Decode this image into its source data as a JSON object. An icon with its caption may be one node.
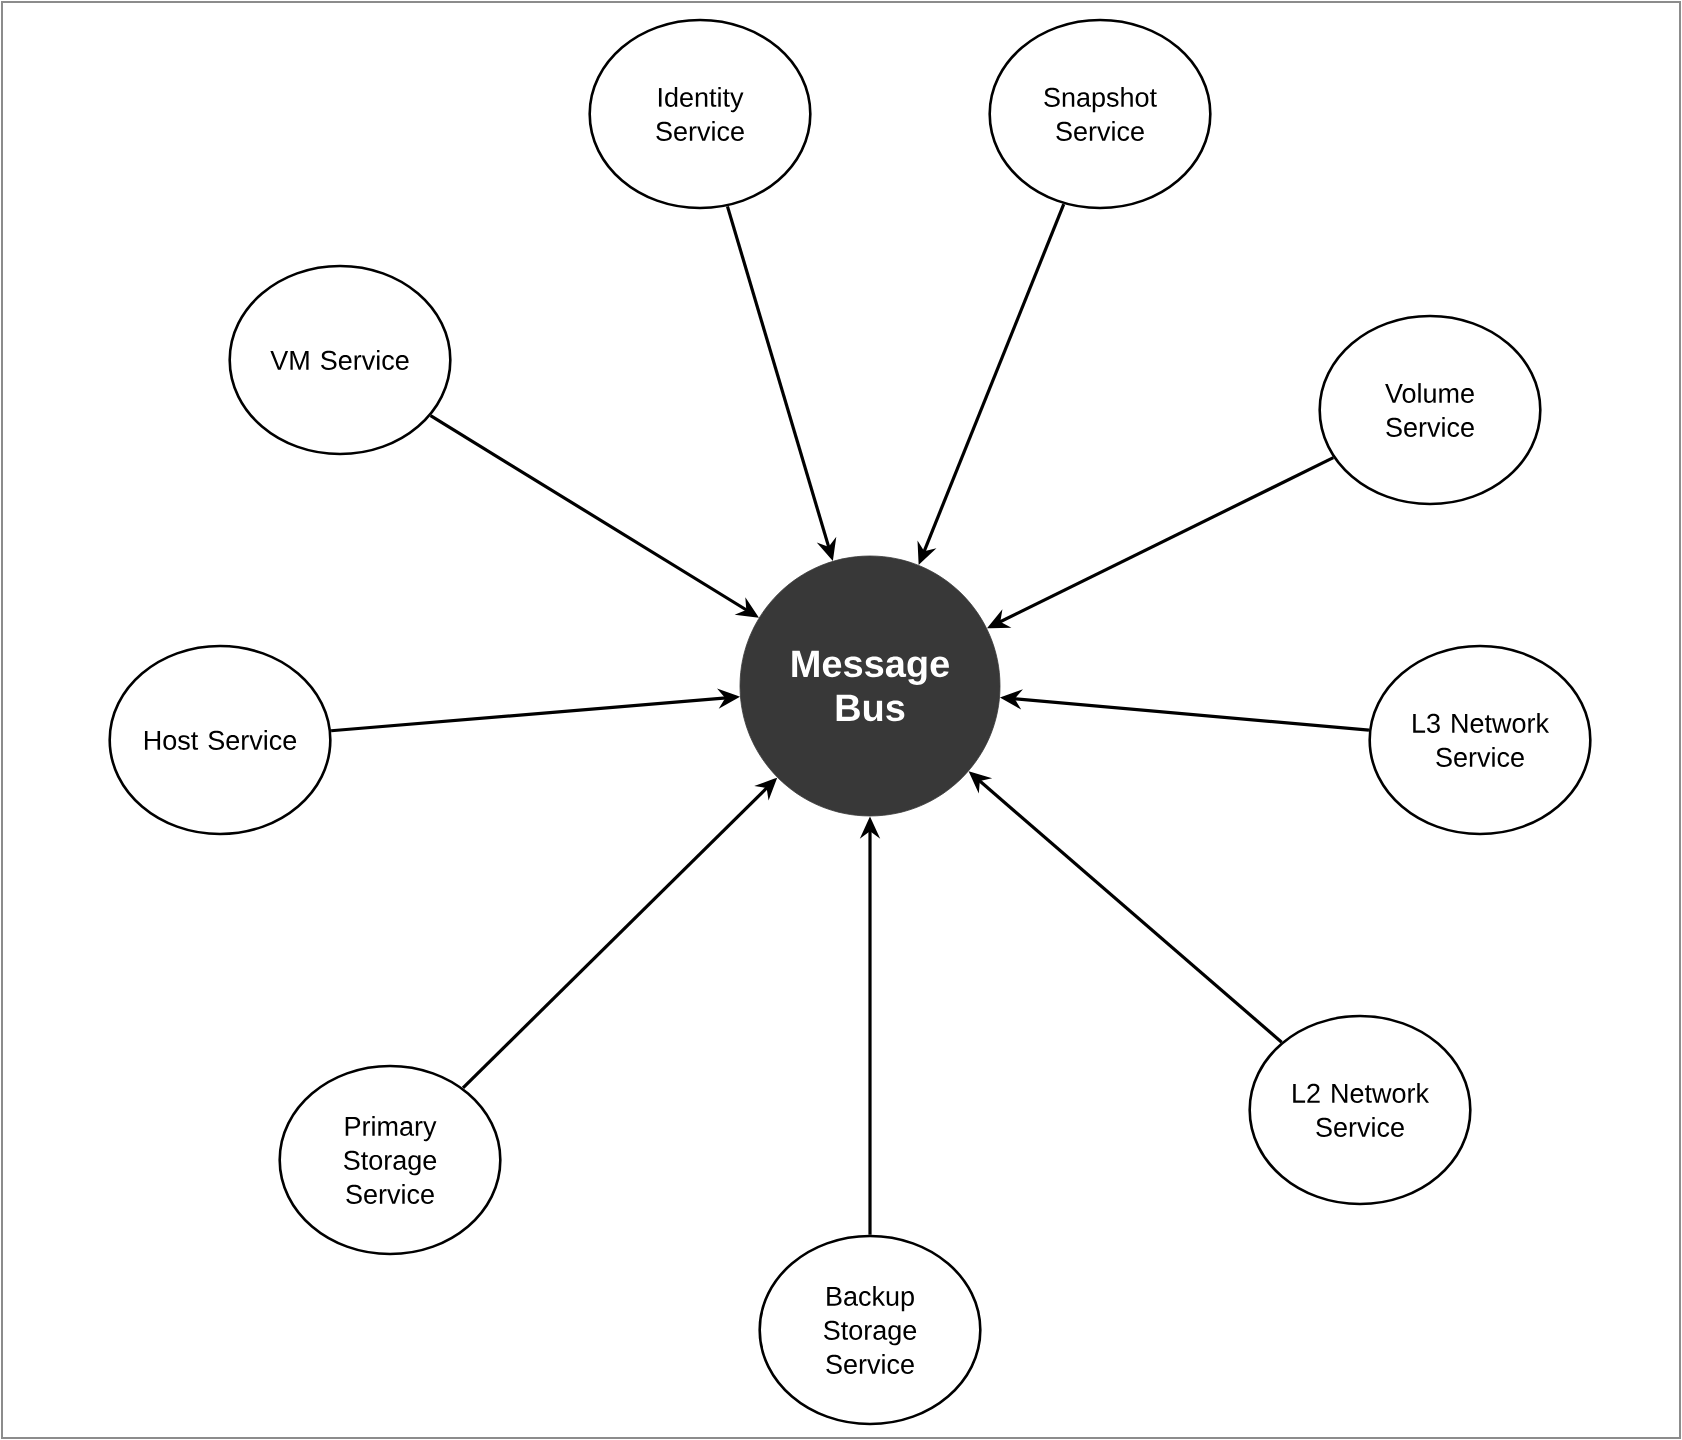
{
  "diagram": {
    "nodes": [
      {
        "text": [
          "Identity Service"
        ]
      },
      {
        "text": [
          "Snapshot Service"
        ]
      },
      {
        "text": [
          "VM Service"
        ]
      },
      {
        "text": [
          "Volume Service"
        ]
      },
      {
        "text": [
          "Host Service"
        ]
      },
      {
        "text": [
          "Message Bus"
        ]
      },
      {
        "text": [
          "L3 Network Service"
        ]
      },
      {
        "text": [
          "L2 Network Service"
        ]
      },
      {
        "text": [
          "Primary Storage Service"
        ]
      },
      {
        "text": [
          "Backup Storage Service"
        ]
      }
    ],
    "edges": [
      {
        "from": 0,
        "to": 5,
        "arrow": "to"
      },
      {
        "from": 1,
        "to": 5,
        "arrow": "to"
      },
      {
        "from": 2,
        "to": 5,
        "arrow": "to"
      },
      {
        "from": 3,
        "to": 5,
        "arrow": "to"
      },
      {
        "from": 4,
        "to": 5,
        "arrow": "to"
      },
      {
        "from": 6,
        "to": 5,
        "arrow": "to"
      },
      {
        "from": 7,
        "to": 5,
        "arrow": "to"
      },
      {
        "from": 8,
        "to": 5,
        "arrow": "to"
      },
      {
        "from": 9,
        "to": 5,
        "arrow": "to"
      }
    ]
  }
}
